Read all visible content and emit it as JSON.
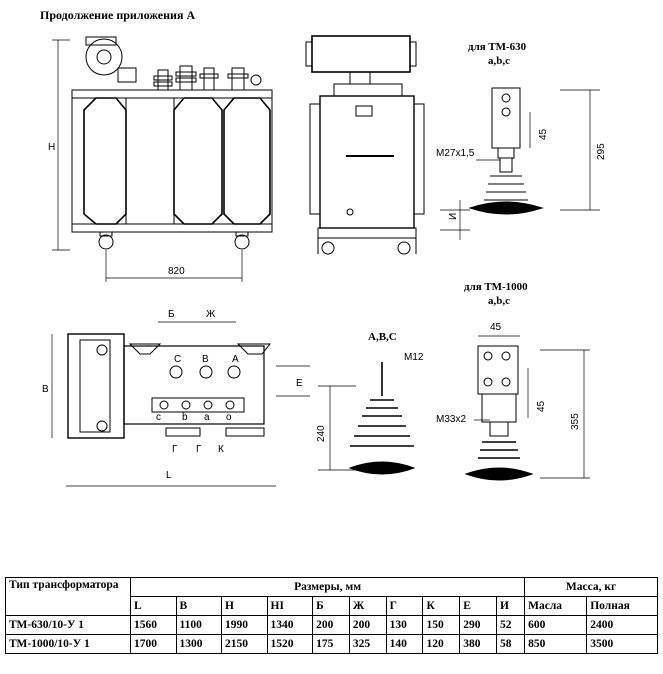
{
  "caption": "Продолжение приложения А",
  "drawing": {
    "views": {
      "tm630": {
        "title": "для ТМ-630",
        "subtitle": "a,b,c",
        "thread": "M27x1,5",
        "dim_45": "45",
        "dim_295": "295",
        "dim_I": "И"
      },
      "tm1000": {
        "title": "для ТМ-1000",
        "subtitle": "a,b,c",
        "thread": "M33x2",
        "dim_45_top": "45",
        "dim_45_side": "45",
        "dim_355": "355"
      },
      "hv_bushing": {
        "title": "A,B,C",
        "thread": "M12",
        "dim_240": "240"
      },
      "front": {
        "dim_H": "H",
        "dim_820": "820"
      },
      "plan": {
        "dim_B": "B",
        "dim_L": "L",
        "dim_E": "E",
        "dim_B2": "Б",
        "dim_Zh": "Ж",
        "hv_left": "C",
        "hv_mid": "B",
        "hv_right": "A",
        "lv_c": "c",
        "lv_b": "b",
        "lv_a": "a",
        "lv_o": "o",
        "dim_G1": "Г",
        "dim_G2": "Г",
        "dim_K": "К"
      }
    }
  },
  "table": {
    "header_type": "Тип трансформатора",
    "header_dims": "Размеры, мм",
    "header_mass": "Масса, кг",
    "columns": [
      "L",
      "B",
      "H",
      "HI",
      "Б",
      "Ж",
      "Г",
      "К",
      "E",
      "И"
    ],
    "mass_columns": [
      "Масла",
      "Полная"
    ],
    "rows": [
      {
        "type": "ТМ-630/10-У 1",
        "values": [
          "1560",
          "1100",
          "1990",
          "1340",
          "200",
          "200",
          "130",
          "150",
          "290",
          "52"
        ],
        "mass": [
          "600",
          "2400"
        ]
      },
      {
        "type": "ТМ-1000/10-У 1",
        "values": [
          "1700",
          "1300",
          "2150",
          "1520",
          "175",
          "325",
          "140",
          "120",
          "380",
          "58"
        ],
        "mass": [
          "850",
          "3500"
        ]
      }
    ]
  }
}
